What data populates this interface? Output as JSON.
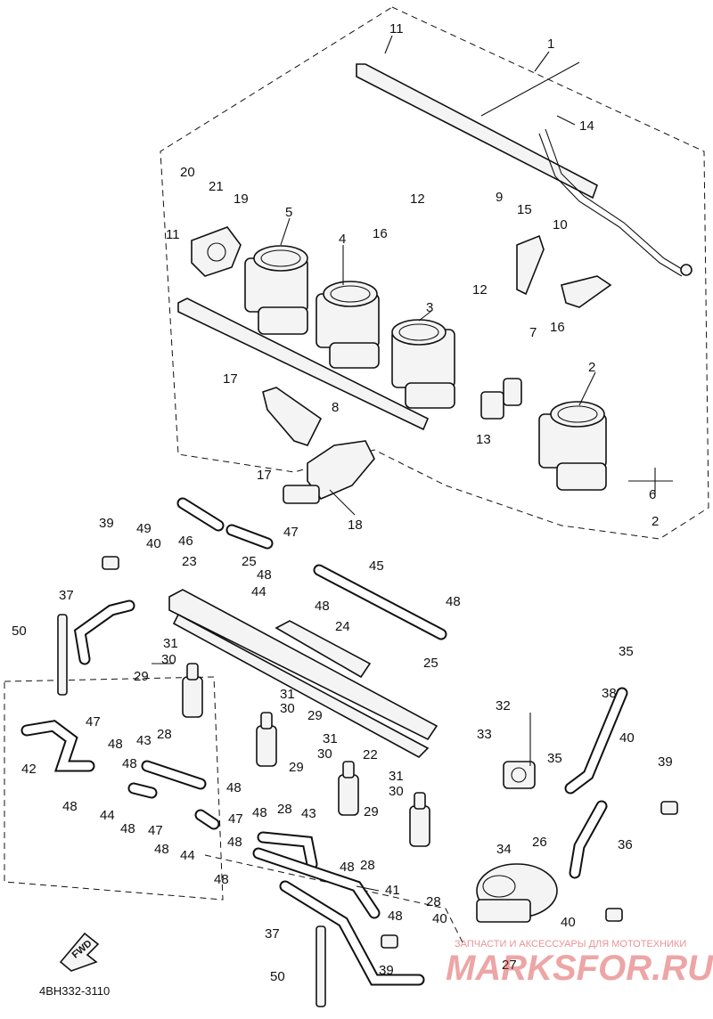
{
  "diagram": {
    "code": "4BH332-3110",
    "fwd_label": "FWD",
    "watermark_main": "MARKSFOR.RU",
    "watermark_sub": "ЗАПЧАСТИ И АКСЕССУАРЫ ДЛЯ МОТОТЕХНИКИ",
    "callouts": [
      "1",
      "2",
      "3",
      "4",
      "5",
      "6",
      "2",
      "7",
      "8",
      "9",
      "10",
      "11",
      "11",
      "12",
      "12",
      "13",
      "14",
      "15",
      "16",
      "16",
      "17",
      "17",
      "18",
      "19",
      "20",
      "21",
      "22",
      "23",
      "24",
      "25",
      "25",
      "26",
      "27",
      "28",
      "28",
      "28",
      "28",
      "29",
      "29",
      "29",
      "29",
      "30",
      "30",
      "30",
      "30",
      "31",
      "31",
      "31",
      "31",
      "32",
      "33",
      "34",
      "35",
      "35",
      "36",
      "37",
      "37",
      "38",
      "39",
      "39",
      "39",
      "40",
      "40",
      "40",
      "40",
      "41",
      "42",
      "43",
      "43",
      "44",
      "44",
      "44",
      "45",
      "46",
      "47",
      "47",
      "47",
      "47",
      "48",
      "48",
      "48",
      "48",
      "48",
      "48",
      "48",
      "48",
      "48",
      "48",
      "48",
      "48",
      "48",
      "48",
      "49",
      "50",
      "50"
    ]
  }
}
